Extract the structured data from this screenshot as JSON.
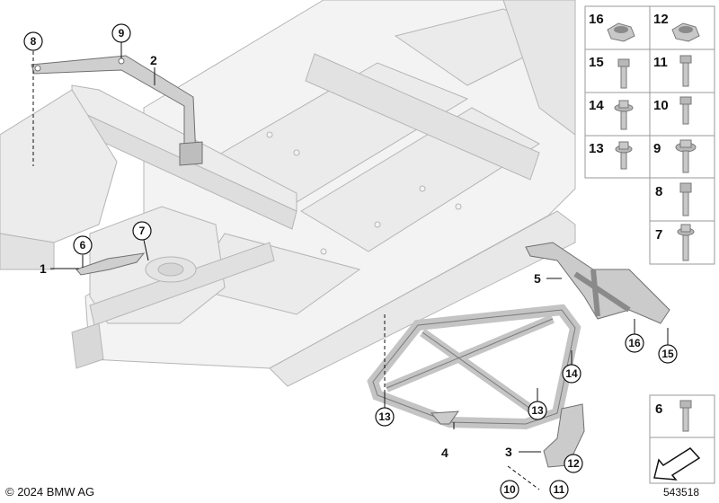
{
  "diagram": {
    "circled_callouts": [
      "6",
      "7",
      "8",
      "9",
      "10",
      "11",
      "12",
      "13",
      "13",
      "14",
      "15",
      "16"
    ],
    "plain_callouts": [
      "1",
      "2",
      "3",
      "4",
      "5"
    ],
    "parts_table": [
      "16",
      "12",
      "15",
      "11",
      "14",
      "10",
      "13",
      "9",
      "8",
      "7"
    ],
    "small_table": [
      "6"
    ],
    "copyright": "© 2024 BMW AG",
    "diagram_number": "543518"
  }
}
